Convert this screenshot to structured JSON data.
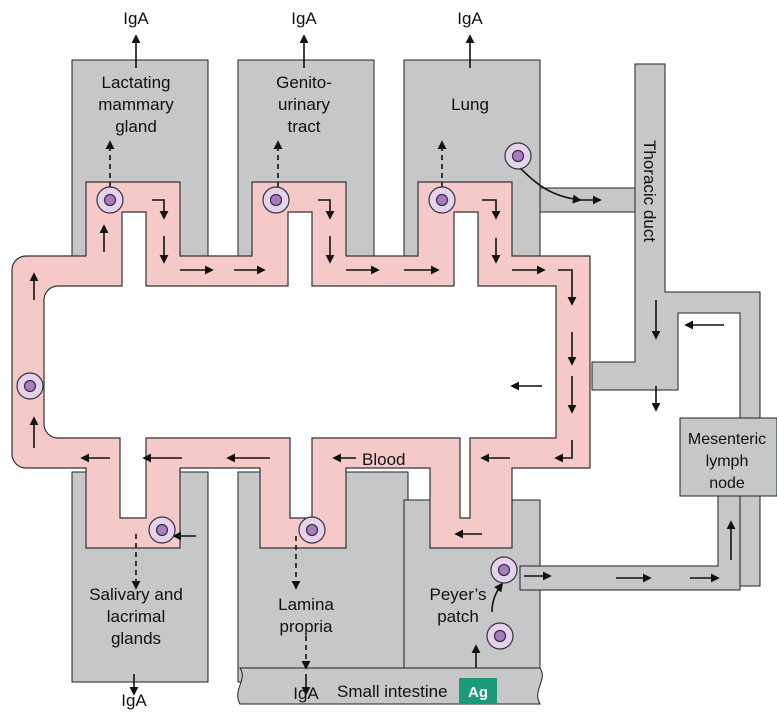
{
  "labels": {
    "iga": "IgA",
    "mammary_1": "Lactating",
    "mammary_2": "mammary",
    "mammary_3": "gland",
    "genito_1": "Genito-",
    "genito_2": "urinary",
    "genito_3": "tract",
    "lung": "Lung",
    "thoracic_duct": "Thoracic duct",
    "mesenteric_1": "Mesenteric",
    "mesenteric_2": "lymph",
    "mesenteric_3": "node",
    "blood": "Blood",
    "salivary_1": "Salivary and",
    "salivary_2": "lacrimal",
    "salivary_3": "glands",
    "lamina_1": "Lamina",
    "lamina_2": "propria",
    "peyers_1": "Peyer’s",
    "peyers_2": "patch",
    "small_intestine": "Small intestine",
    "ag": "Ag"
  },
  "colors": {
    "tissue": "#c6c7c9",
    "blood": "#f6c9c9",
    "cell_fill": "#e6d2ee",
    "cell_nucleus": "#a77bbf",
    "ag_box": "#1a9a78",
    "line": "#111111"
  }
}
